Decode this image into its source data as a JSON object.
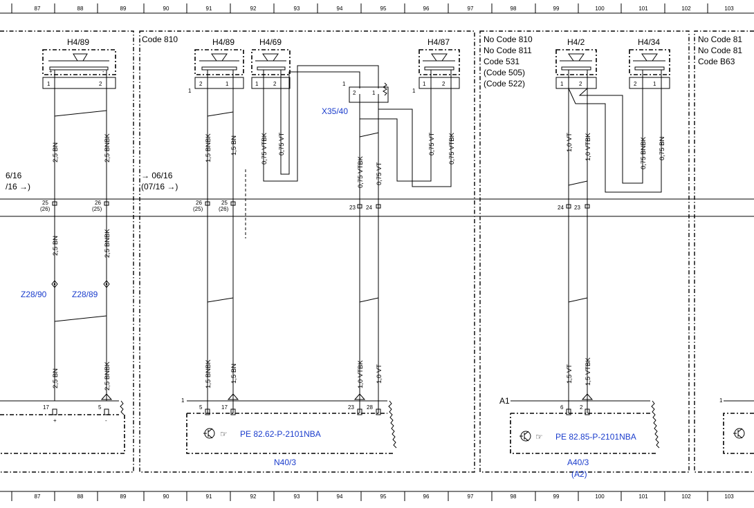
{
  "grid": {
    "columns": [
      "87",
      "88",
      "89",
      "90",
      "91",
      "92",
      "93",
      "94",
      "95",
      "96",
      "97",
      "98",
      "99",
      "100",
      "101",
      "102",
      "103"
    ]
  },
  "sections": {
    "code_810": "Code 810",
    "no_code_block": [
      "No  Code 810",
      "No  Code 811",
      "Code 531",
      "(Code 505)",
      "(Code 522)"
    ],
    "right_edge_block": [
      "No  Code 81",
      "No  Code 81",
      "Code B63"
    ]
  },
  "speakers": [
    "H4/89",
    "H4/89",
    "H4/69",
    "H4/87",
    "H4/2",
    "H4/34"
  ],
  "connector_x35": "X35/40",
  "splices": [
    "Z28/90",
    "Z28/89"
  ],
  "dates": {
    "left_from": "6/16",
    "left_until": "/16 →)",
    "mid_from": "→ 06/16",
    "mid_until": "(07/16 →)"
  },
  "wires": {
    "bn25": "2,5 BN",
    "bnbk25": "2,5 BNBK",
    "bnbk15": "1,5 BNBK",
    "bn15": "1,5 BN",
    "vtbk075": "0,75 VTBK",
    "vt075": "0,75 VT",
    "vt10": "1,0 VT",
    "vtbk10": "1,0 VTBK",
    "bnbk075": "0,75 BNBK",
    "bn075": "0,75 BN",
    "vtbk10b": "1,0 VTBK",
    "vt10b": "1,0 VT",
    "vt15": "1,5 VT",
    "vtbk15": "1,5 VTBK"
  },
  "pins": {
    "p1": "1",
    "p2": "2",
    "c25": "25",
    "c26": "26",
    "c25p": "(25)",
    "c26p": "(26)",
    "c23": "23",
    "c24": "24",
    "m17": "17",
    "m5": "5",
    "m23": "23",
    "m28": "28",
    "m6": "6",
    "plus": "+",
    "minus": "-"
  },
  "modules": {
    "n40_ref": "PE 82.62-P-2101NBA",
    "n40_name": "N40/3",
    "a40_ref": "PE 82.85-P-2101NBA",
    "a40_name": "A40/3",
    "a40_alt": "(A2)",
    "a1": "A1"
  },
  "colors": {
    "blue": "#1a3ccc",
    "ink": "#000000"
  }
}
